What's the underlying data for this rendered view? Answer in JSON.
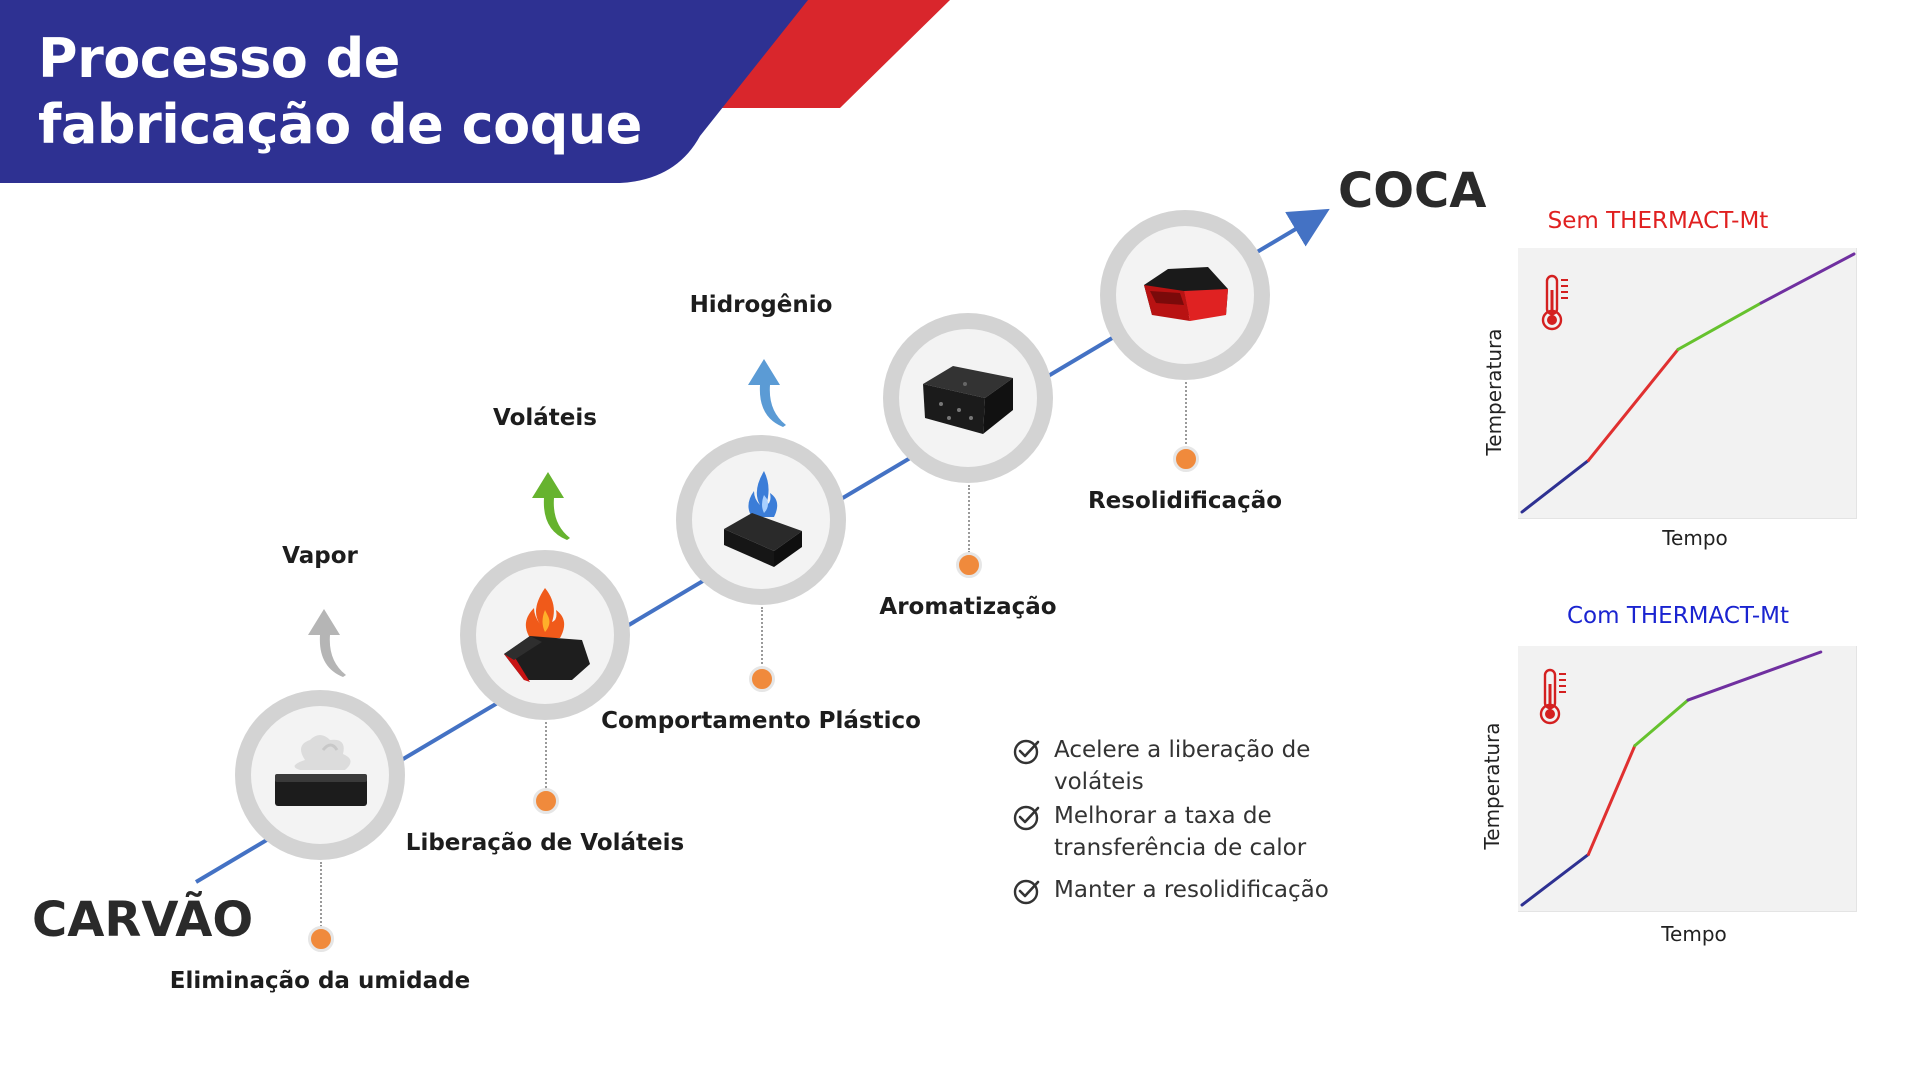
{
  "header": {
    "title_line1": "Processo de",
    "title_line2": "fabricação de coque",
    "colors": {
      "blue": "#2e3192",
      "red": "#d9262c"
    }
  },
  "endpoints": {
    "start": "CARVÃO",
    "end": "COCA"
  },
  "steps": [
    {
      "label": "Eliminação da umidade",
      "icon": "coal-steam-icon"
    },
    {
      "label": "Liberação de Voláteis",
      "icon": "coal-flame-icon"
    },
    {
      "label": "Comportamento Plástico",
      "icon": "coal-blue-flame-icon"
    },
    {
      "label": "Aromatização",
      "icon": "coal-block-icon"
    },
    {
      "label": "Resolidificação",
      "icon": "coke-red-icon"
    }
  ],
  "released": [
    {
      "label": "Vapor",
      "arrow_color": "#b5b5b5"
    },
    {
      "label": "Voláteis",
      "arrow_color": "#66b32e"
    },
    {
      "label": "Hidrogênio",
      "arrow_color": "#5b9bd5"
    }
  ],
  "benefits": [
    "Acelere a liberação de voláteis",
    "Melhorar a taxa de transferência de calor",
    "Manter a resolidificação"
  ],
  "charts": [
    {
      "title": "Sem THERMACT-Mt",
      "title_color": "#e02020",
      "xlabel": "Tempo",
      "ylabel": "Temperatura",
      "segments": [
        {
          "color": "#2e3192",
          "points": [
            [
              0,
              0
            ],
            [
              0.2,
              0.2
            ]
          ]
        },
        {
          "color": "#e03030",
          "points": [
            [
              0.2,
              0.2
            ],
            [
              0.47,
              0.63
            ]
          ]
        },
        {
          "color": "#66c22e",
          "points": [
            [
              0.47,
              0.63
            ],
            [
              0.72,
              0.81
            ]
          ]
        },
        {
          "color": "#7030a0",
          "points": [
            [
              0.72,
              0.81
            ],
            [
              1.0,
              1.0
            ]
          ]
        }
      ]
    },
    {
      "title": "Com THERMACT-Mt",
      "title_color": "#1a24d0",
      "xlabel": "Tempo",
      "ylabel": "Temperatura",
      "segments": [
        {
          "color": "#2e3192",
          "points": [
            [
              0,
              0
            ],
            [
              0.2,
              0.2
            ]
          ]
        },
        {
          "color": "#e03030",
          "points": [
            [
              0.2,
              0.2
            ],
            [
              0.34,
              0.63
            ]
          ]
        },
        {
          "color": "#66c22e",
          "points": [
            [
              0.34,
              0.63
            ],
            [
              0.5,
              0.81
            ]
          ]
        },
        {
          "color": "#7030a0",
          "points": [
            [
              0.5,
              0.81
            ],
            [
              0.9,
              1.0
            ]
          ]
        }
      ]
    }
  ]
}
